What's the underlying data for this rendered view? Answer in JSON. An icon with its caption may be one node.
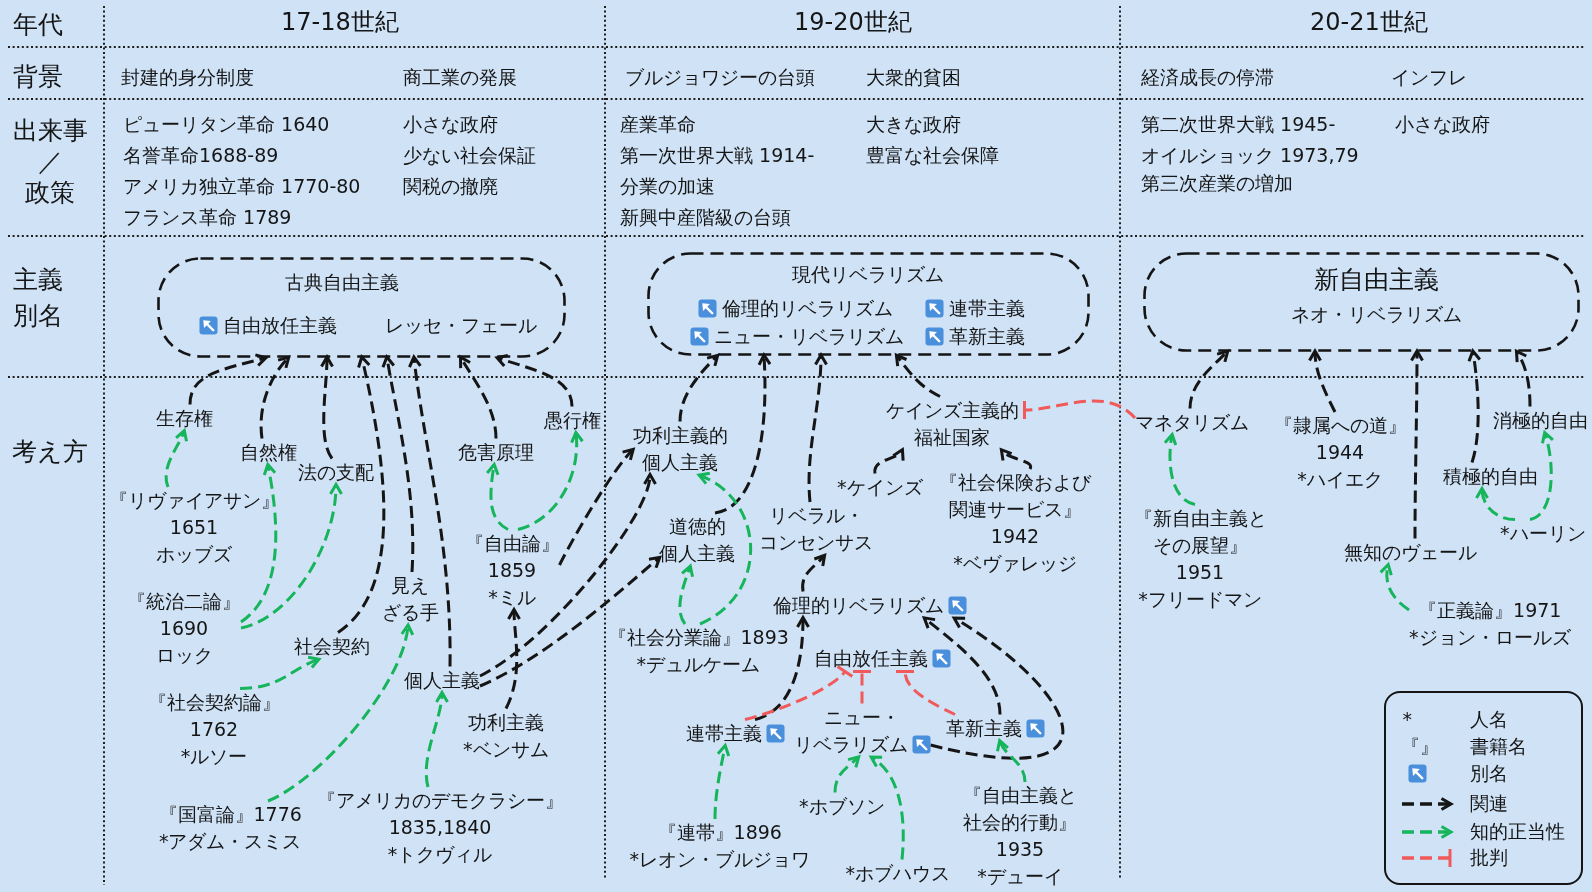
{
  "diagram": {
    "nodes": [
      {
        "text": [
          "古典自由主義",
          "自由放任主義",
          "レッセ・フェール"
        ]
      },
      {
        "text": [
          "現代リベラリズム",
          "倫理的リベラリズム",
          "連帯主義",
          "ニュー・リベラリズム",
          "革新主義"
        ]
      },
      {
        "text": [
          "新自由主義",
          "ネオ・リベラリズム"
        ]
      },
      {
        "text": [
          "生存権"
        ]
      },
      {
        "text": [
          "愚行権"
        ]
      },
      {
        "text": [
          "自然権"
        ]
      },
      {
        "text": [
          "危害原理"
        ]
      },
      {
        "text": [
          "法の支配"
        ]
      },
      {
        "text": [
          "『リヴァイアサン』",
          "1651",
          "ホッブズ"
        ]
      },
      {
        "text": [
          "『自由論』",
          "1859",
          "*ミル"
        ]
      },
      {
        "text": [
          "『統治二論』",
          "1690",
          "ロック"
        ]
      },
      {
        "text": [
          "見えざる手"
        ]
      },
      {
        "text": [
          "社会契約"
        ]
      },
      {
        "text": [
          "個人主義"
        ]
      },
      {
        "text": [
          "『社会契約論』",
          "1762",
          "*ルソー"
        ]
      },
      {
        "text": [
          "功利主義",
          "*ベンサム"
        ]
      },
      {
        "text": [
          "『アメリカのデモクラシー』",
          "1835,1840",
          "*トクヴィル"
        ]
      },
      {
        "text": [
          "『国富論』1776",
          "*アダム・スミス"
        ]
      },
      {
        "text": [
          "ケインズ主義的福祉国家"
        ]
      },
      {
        "text": [
          "功利主義的個人主義"
        ]
      },
      {
        "text": [
          "*ケインズ"
        ]
      },
      {
        "text": [
          "『社会保険および関連サービス』",
          "1942",
          "*ベヴァレッジ"
        ]
      },
      {
        "text": [
          "道徳的個人主義"
        ]
      },
      {
        "text": [
          "リベラル・コンセンサス"
        ]
      },
      {
        "text": [
          "倫理的リベラリズム"
        ]
      },
      {
        "text": [
          "『社会分業論』1893",
          "*デュルケーム"
        ]
      },
      {
        "text": [
          "自由放任主義"
        ]
      },
      {
        "text": [
          "ニュー・リベラリズム"
        ]
      },
      {
        "text": [
          "革新主義"
        ]
      },
      {
        "text": [
          "連帯主義"
        ]
      },
      {
        "text": [
          "『自由主義と社会的行動』",
          "1935",
          "*デューイ"
        ]
      },
      {
        "text": [
          "*ホブソン"
        ]
      },
      {
        "text": [
          "『連帯』1896",
          "*レオン・ブルジョワ"
        ]
      },
      {
        "text": [
          "*ホブハウス"
        ]
      },
      {
        "text": [
          "マネタリズム"
        ]
      },
      {
        "text": [
          "『隷属への道』",
          "1944",
          "*ハイエク"
        ]
      },
      {
        "text": [
          "消極的自由"
        ]
      },
      {
        "text": [
          "積極的自由"
        ]
      },
      {
        "text": [
          "『新自由主義とその展望』",
          "1951",
          "*フリードマン"
        ]
      },
      {
        "text": [
          "*ハーリン"
        ]
      },
      {
        "text": [
          "無知のヴェール"
        ]
      },
      {
        "text": [
          "『正義論』1971",
          "*ジョン・ロールズ"
        ]
      }
    ],
    "edges": [
      {
        "from": 3,
        "to": 0,
        "arrow": "to",
        "style": "dashed"
      },
      {
        "from": 5,
        "to": 0,
        "arrow": "to",
        "style": "dashed"
      },
      {
        "from": 7,
        "to": 0,
        "arrow": "to",
        "style": "dashed"
      },
      {
        "from": 12,
        "to": 0,
        "arrow": "to",
        "style": "dashed"
      },
      {
        "from": 11,
        "to": 0,
        "arrow": "to",
        "style": "dashed"
      },
      {
        "from": 13,
        "to": 0,
        "arrow": "to",
        "style": "dashed"
      },
      {
        "from": 6,
        "to": 0,
        "arrow": "to",
        "style": "dashed"
      },
      {
        "from": 4,
        "to": 0,
        "arrow": "to",
        "style": "dashed"
      },
      {
        "from": 8,
        "to": 3,
        "arrow": "to",
        "style": "dashed",
        "color": "#16b55b"
      },
      {
        "from": 10,
        "to": 5,
        "arrow": "to",
        "style": "dashed",
        "color": "#16b55b"
      },
      {
        "from": 10,
        "to": 7,
        "arrow": "to",
        "style": "dashed",
        "color": "#16b55b"
      },
      {
        "from": 14,
        "to": 12,
        "arrow": "to",
        "style": "dashed",
        "color": "#16b55b"
      },
      {
        "from": 17,
        "to": 11,
        "arrow": "to",
        "style": "dashed",
        "color": "#16b55b"
      },
      {
        "from": 16,
        "to": 13,
        "arrow": "to",
        "style": "dashed",
        "color": "#16b55b"
      },
      {
        "from": 9,
        "to": 6,
        "arrow": "to",
        "style": "dashed",
        "color": "#16b55b"
      },
      {
        "from": 9,
        "to": 4,
        "arrow": "to",
        "style": "dashed",
        "color": "#16b55b"
      },
      {
        "from": 15,
        "to": 9,
        "arrow": "to",
        "style": "dashed"
      },
      {
        "from": 9,
        "to": 19,
        "arrow": "to",
        "style": "dashed"
      },
      {
        "from": 13,
        "to": 19,
        "arrow": "to",
        "style": "dashed"
      },
      {
        "from": 13,
        "to": 22,
        "arrow": "to",
        "style": "dashed"
      },
      {
        "from": 19,
        "to": 1,
        "arrow": "to",
        "style": "dashed"
      },
      {
        "from": 22,
        "to": 1,
        "arrow": "to",
        "style": "dashed"
      },
      {
        "from": 23,
        "to": 1,
        "arrow": "to",
        "style": "dashed"
      },
      {
        "from": 18,
        "to": 1,
        "arrow": "to",
        "style": "dashed"
      },
      {
        "from": 25,
        "to": 22,
        "arrow": "to",
        "style": "dashed",
        "color": "#16b55b"
      },
      {
        "from": 25,
        "to": 19,
        "arrow": "to",
        "style": "dashed",
        "color": "#16b55b"
      },
      {
        "from": 20,
        "to": 18,
        "arrow": "to",
        "style": "dashed"
      },
      {
        "from": 21,
        "to": 18,
        "arrow": "to",
        "style": "dashed"
      },
      {
        "from": 24,
        "to": 23,
        "arrow": "to",
        "style": "dashed"
      },
      {
        "from": 29,
        "to": 24,
        "arrow": "to",
        "style": "dashed"
      },
      {
        "from": 28,
        "to": 24,
        "arrow": "to",
        "style": "dashed"
      },
      {
        "from": 27,
        "to": 24,
        "arrow": "to",
        "style": "dashed"
      },
      {
        "from": 29,
        "to": 26,
        "arrow": "other",
        "style": "dashed",
        "color": "#f05a5a"
      },
      {
        "from": 27,
        "to": 26,
        "arrow": "other",
        "style": "dashed",
        "color": "#f05a5a"
      },
      {
        "from": 28,
        "to": 26,
        "arrow": "other",
        "style": "dashed",
        "color": "#f05a5a"
      },
      {
        "from": 34,
        "to": 18,
        "arrow": "other",
        "style": "dashed",
        "color": "#f05a5a"
      },
      {
        "from": 32,
        "to": 29,
        "arrow": "to",
        "style": "dashed",
        "color": "#16b55b"
      },
      {
        "from": 31,
        "to": 27,
        "arrow": "to",
        "style": "dashed",
        "color": "#16b55b"
      },
      {
        "from": 33,
        "to": 27,
        "arrow": "to",
        "style": "dashed",
        "color": "#16b55b"
      },
      {
        "from": 30,
        "to": 28,
        "arrow": "to",
        "style": "dashed",
        "color": "#16b55b"
      },
      {
        "from": 34,
        "to": 2,
        "arrow": "to",
        "style": "dashed"
      },
      {
        "from": 35,
        "to": 2,
        "arrow": "to",
        "style": "dashed"
      },
      {
        "from": 40,
        "to": 2,
        "arrow": "to",
        "style": "dashed"
      },
      {
        "from": 37,
        "to": 2,
        "arrow": "to",
        "style": "dashed"
      },
      {
        "from": 36,
        "to": 2,
        "arrow": "to",
        "style": "dashed"
      },
      {
        "from": 38,
        "to": 34,
        "arrow": "to",
        "style": "dashed",
        "color": "#16b55b"
      },
      {
        "from": 41,
        "to": 40,
        "arrow": "to",
        "style": "dashed",
        "color": "#16b55b"
      },
      {
        "from": 39,
        "to": 37,
        "arrow": "to",
        "style": "dashed",
        "color": "#16b55b"
      },
      {
        "from": 39,
        "to": 36,
        "arrow": "to",
        "style": "dashed",
        "color": "#16b55b"
      }
    ],
    "labels": [
      "年代",
      "17-18世紀",
      "19-20世紀",
      "20-21世紀",
      "背景",
      "封建的身分制度",
      "商工業の発展",
      "ブルジョワジーの台頭",
      "大衆的貧困",
      "経済成長の停滞",
      "インフレ",
      "出来事",
      "／",
      "政策",
      "ピューリタン革命 1640",
      "名誉革命1688-89",
      "アメリカ独立革命 1770-80",
      "フランス革命 1789",
      "小さな政府",
      "少ない社会保証",
      "関税の撤廃",
      "産業革命",
      "第一次世界大戦 1914-",
      "分業の加速",
      "新興中産階級の台頭",
      "大きな政府",
      "豊富な社会保障",
      "第二次世界大戦 1945-",
      "オイルショック 1973,79",
      "第三次産業の増加",
      "小さな政府",
      "主義",
      "別名",
      "考え方",
      "*",
      "『』"
    ],
    "legend": [
      {
        "text": "人名"
      },
      {
        "text": "書籍名"
      },
      {
        "text": "別名"
      },
      {
        "text": "関連"
      },
      {
        "text": "知的正当性"
      },
      {
        "text": "批判"
      }
    ]
  }
}
